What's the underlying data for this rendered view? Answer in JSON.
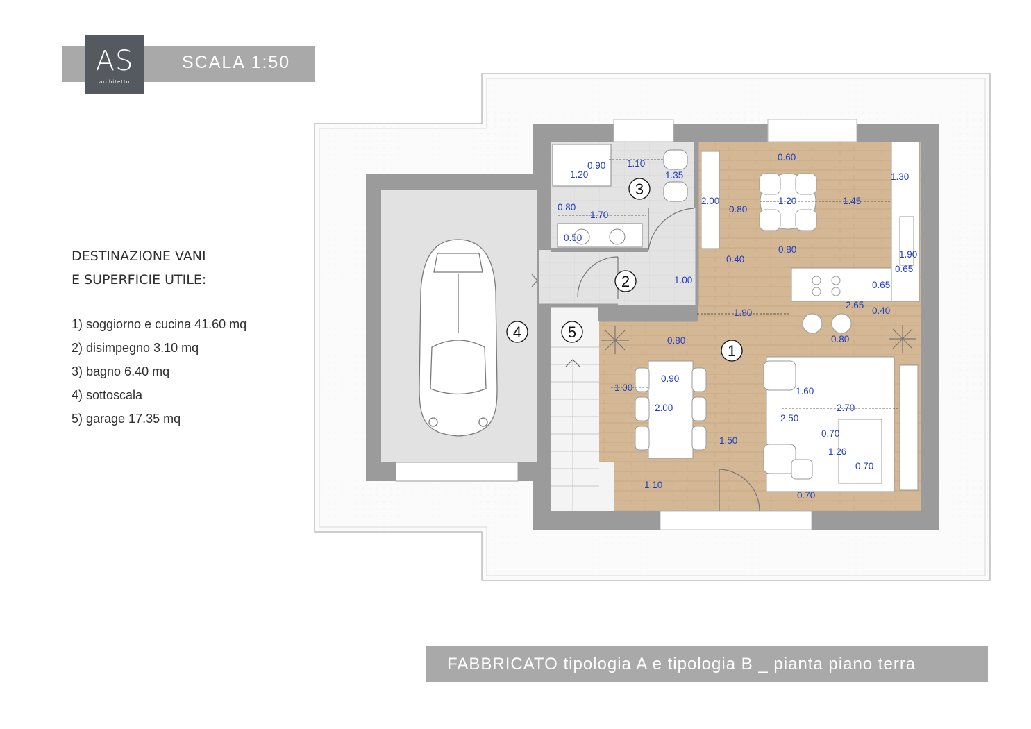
{
  "logo": {
    "mark": "AS",
    "subtitle": "architetto"
  },
  "scale_label": "SCALA 1:50",
  "legend": {
    "title_line1": "DESTINAZIONE VANI",
    "title_line2": "E SUPERFICIE UTILE:",
    "items": [
      "1) soggiorno e cucina 41.60 mq",
      "2) disimpegno 3.10 mq",
      "3) bagno 6.40 mq",
      "4) sottoscala",
      "5) garage 17.35 mq"
    ]
  },
  "rooms": [
    "1",
    "2",
    "3",
    "4",
    "5"
  ],
  "dimensions": [
    "0.60",
    "0.90",
    "1.10",
    "1.20",
    "1.35",
    "1.30",
    "2.00",
    "0.80",
    "1.20",
    "1.45",
    "0.80",
    "1.70",
    "0.50",
    "0.80",
    "0.40",
    "1.90",
    "0.65",
    "1.00",
    "0.65",
    "2.65",
    "0.40",
    "1.90",
    "0.80",
    "0.80",
    "0.90",
    "1.00",
    "2.00",
    "1.60",
    "2.70",
    "2.50",
    "0.70",
    "1.26",
    "1.50",
    "0.70",
    "1.10",
    "0.70"
  ],
  "footer_title": "FABBRICATO tipologia A e tipologia B _ pianta piano terra"
}
